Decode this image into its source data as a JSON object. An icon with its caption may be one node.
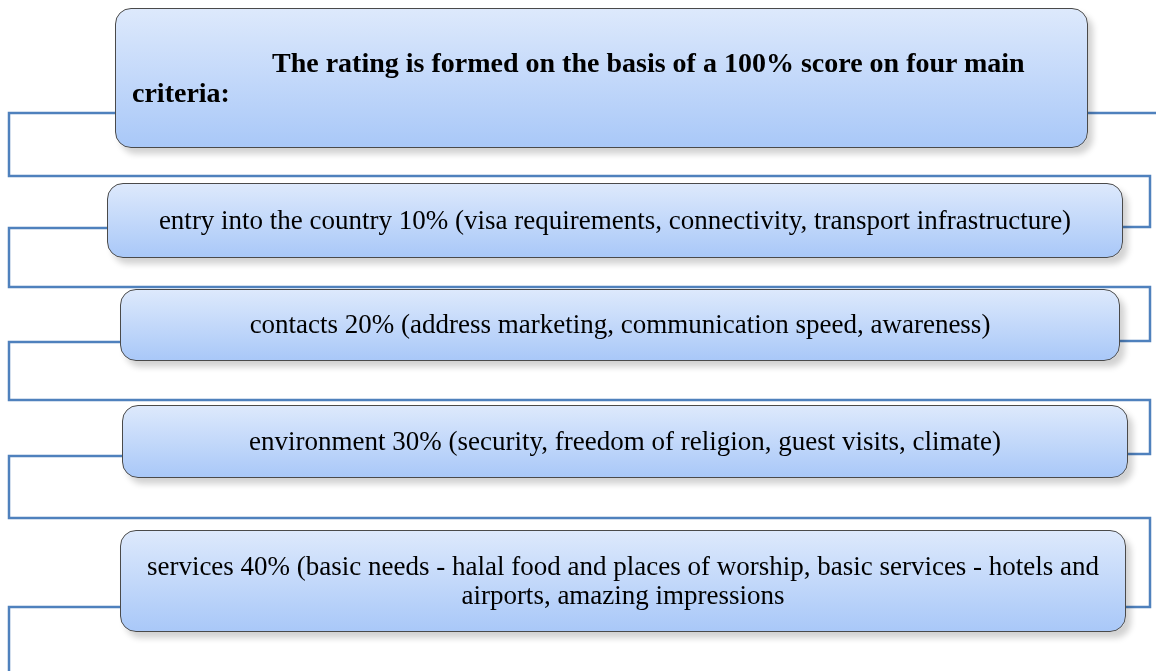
{
  "diagram": {
    "nodes": [
      {
        "text": [
          "The rating is formed on the basis of a 100% score on four main criteria:"
        ]
      },
      {
        "text": [
          "entry into the country 10% (visa requirements, connectivity, transport infrastructure)"
        ]
      },
      {
        "text": [
          "contacts 20% (address marketing, communication speed, awareness)"
        ]
      },
      {
        "text": [
          "environment 30% (security, freedom of religion, guest visits, climate)"
        ]
      },
      {
        "text": [
          "services 40% (basic needs - halal food and places of worship, basic services - hotels and airports, amazing impressions"
        ]
      }
    ],
    "edges": [
      {
        "from": null,
        "to": 0,
        "arrow": "none"
      },
      {
        "from": 0,
        "to": 1,
        "arrow": "none"
      },
      {
        "from": 1,
        "to": 2,
        "arrow": "none"
      },
      {
        "from": 2,
        "to": 3,
        "arrow": "none"
      },
      {
        "from": 3,
        "to": 4,
        "arrow": "none"
      },
      {
        "from": 4,
        "to": null,
        "arrow": "none"
      }
    ]
  }
}
